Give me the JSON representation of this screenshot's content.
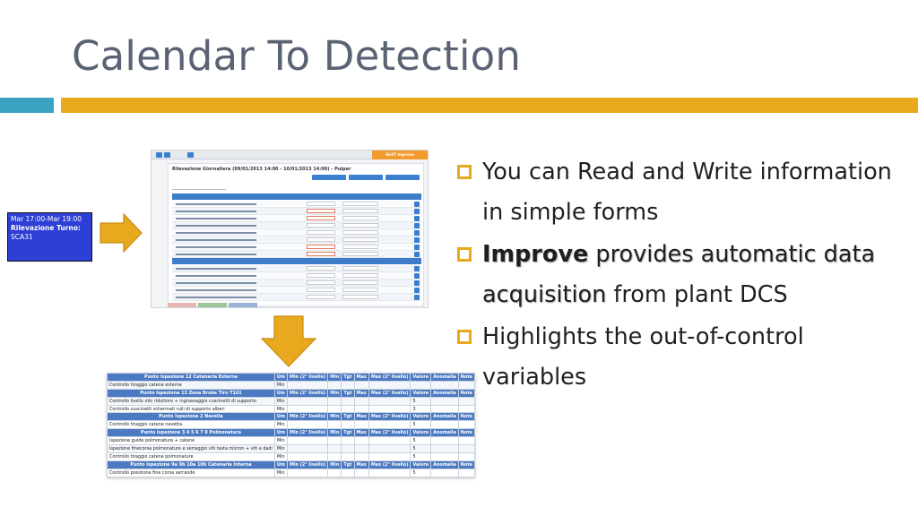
{
  "slide": {
    "title": "Calendar To Detection"
  },
  "calendar_event": {
    "time": "Mar 17:00-Mar 19:00",
    "label": "Rilevazione Turno:",
    "code": "SCA31"
  },
  "form_screenshot": {
    "header": "Rilevazione Giornaliera (09/01/2013 14:00 - 10/01/2013 14:00) - Pulper",
    "brand": "NeXT Improve"
  },
  "detection_table": {
    "columns": [
      "Um",
      "Min (2° livello)",
      "Min",
      "Tgt",
      "Max",
      "Max (2° livello)",
      "Valore",
      "Anomalia",
      "Note"
    ],
    "sections": [
      {
        "name": "Punto Ispezione 12 Catenaria Esterna",
        "rows": [
          {
            "item": "Controllo tiraggio catene esterne",
            "um": "Min",
            "valore": ""
          }
        ]
      },
      {
        "name": "Punto Ispezione 13 Zona Broke Tiro T101",
        "rows": [
          {
            "item": "Controllo livello olio riduttore + ingrassaggio cuscinetti di supporto",
            "um": "Min",
            "valore": "5"
          },
          {
            "item": "Controllo cuscinetti schermati rulli di supporto alberi",
            "um": "Min",
            "valore": "3"
          }
        ]
      },
      {
        "name": "Punto Ispezione 2 Navella",
        "rows": [
          {
            "item": "Controllo tiraggio catene navetta",
            "um": "Min",
            "valore": "5"
          }
        ]
      },
      {
        "name": "Punto Ispezione 3 4 5 6 7 8 Polmonatura",
        "rows": [
          {
            "item": "Ispezione guide polmonature + catene",
            "um": "Min",
            "valore": "5"
          },
          {
            "item": "Ispezione finecorsa polmonature e serraggio viti testa micron + viti e dadi",
            "um": "Min",
            "valore": "5"
          },
          {
            "item": "Controllo tiraggio catene polmonature",
            "um": "Min",
            "valore": "5"
          }
        ]
      },
      {
        "name": "Punto Ispezione 9a 9b 10a 10b Catenaria Interna",
        "rows": [
          {
            "item": "Controllo posizione fine corsa serrande",
            "um": "Min",
            "valore": "5"
          }
        ]
      }
    ]
  },
  "bullets": [
    {
      "segments": [
        {
          "text": "You can Read and Write information in simple forms",
          "style": "normal"
        }
      ]
    },
    {
      "segments": [
        {
          "text": "Improve",
          "style": "bold-shadow"
        },
        {
          "text": " provides automatic data acquisition",
          "style": "shadow"
        },
        {
          "text": " from plant DCS",
          "style": "normal"
        }
      ]
    },
    {
      "segments": [
        {
          "text": "Highlights the out-of-control variables",
          "style": "normal"
        }
      ]
    }
  ],
  "colors": {
    "title": "#5a6274",
    "accent_orange": "#e8a91f",
    "accent_blue": "#3aa3c4",
    "calendar_block": "#2d3fd4",
    "table_header": "#4b79c2"
  }
}
